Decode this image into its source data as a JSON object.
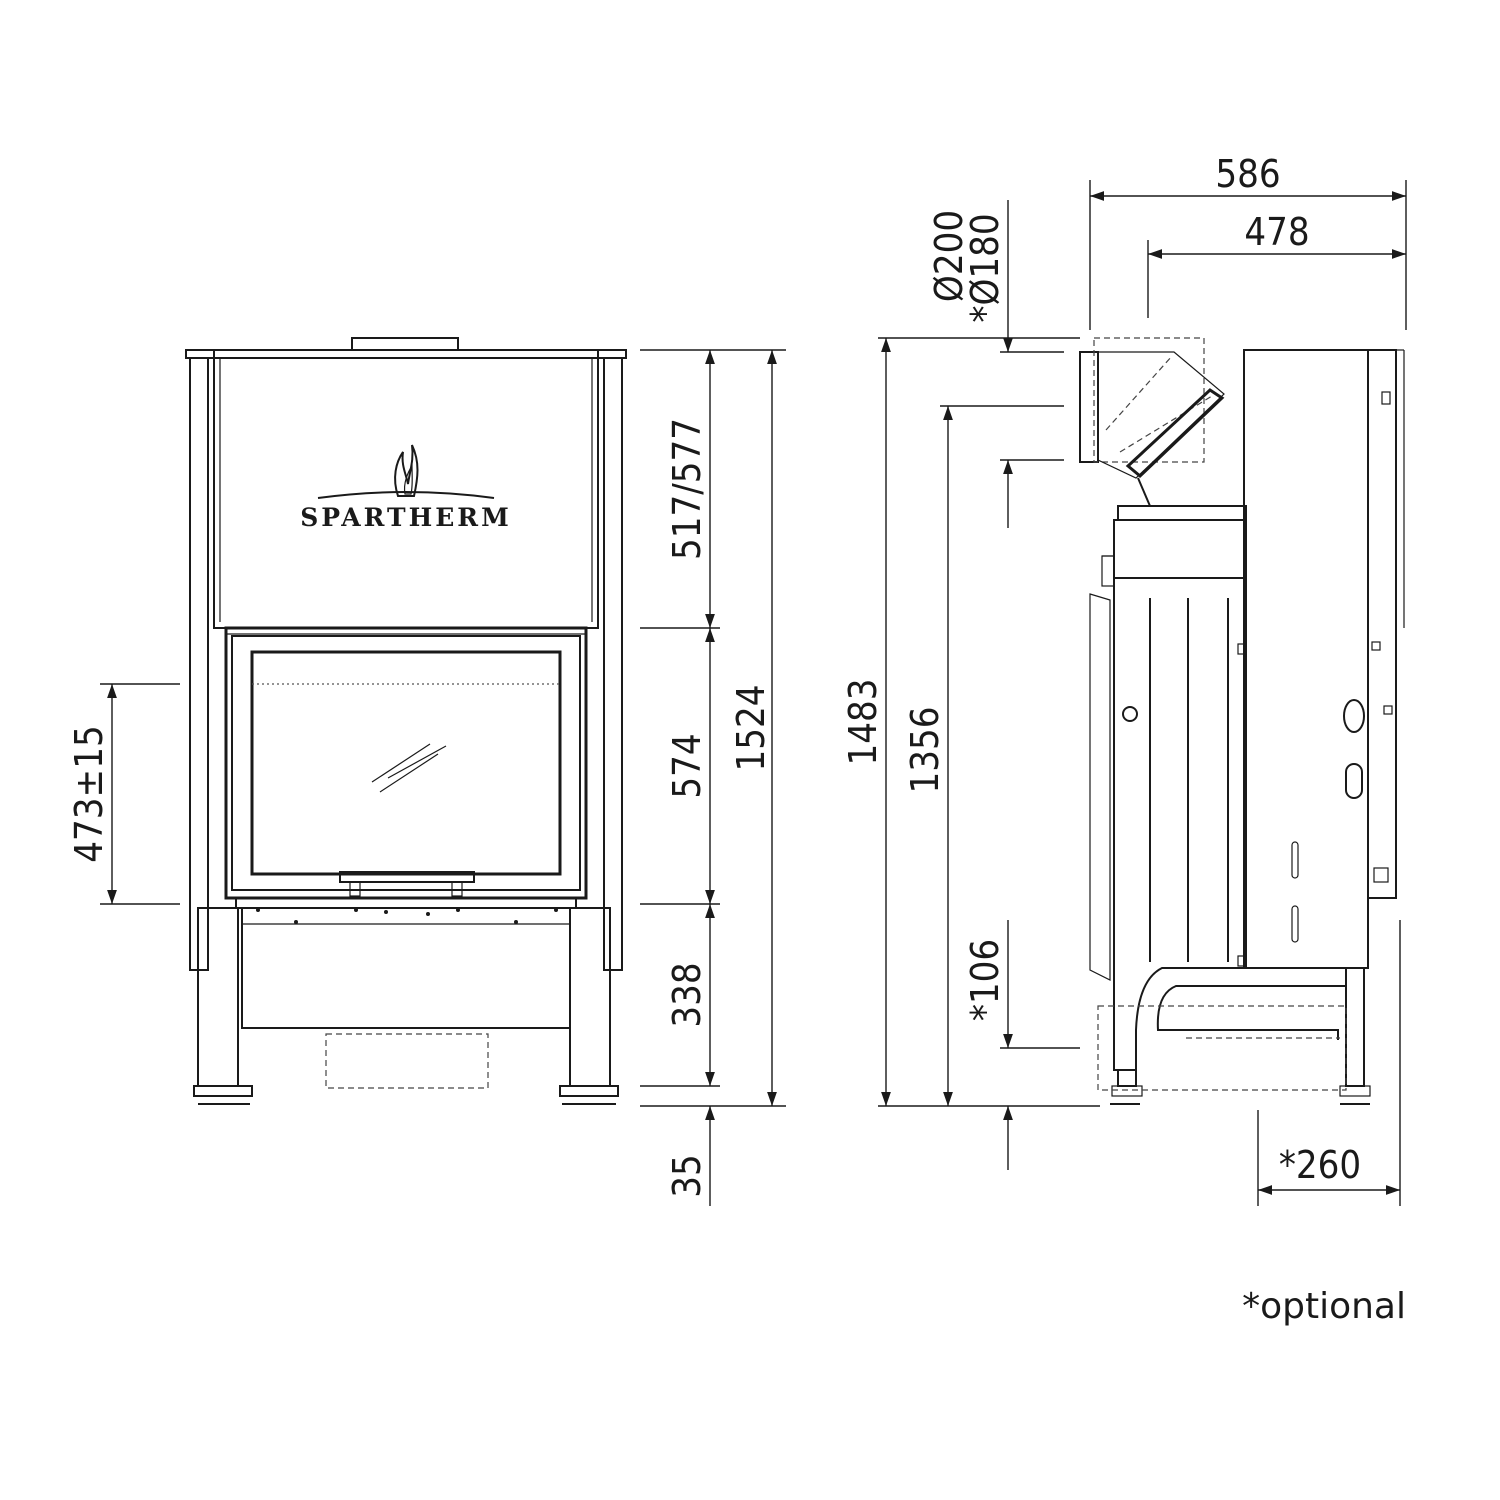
{
  "brand": "SPARTHERM",
  "front_view": {
    "dims": {
      "hood_height": "517/577",
      "door_height": "574",
      "base_height": "338",
      "feet_height": "35",
      "overall_height": "1524",
      "door_center": "473±15"
    }
  },
  "side_view": {
    "dims": {
      "depth_total": "586",
      "depth_body": "478",
      "flue_diameter": "Ø200",
      "flue_diameter_optional": "*Ø180",
      "height_total": "1483",
      "flue_height": "1356",
      "optional_bottom": "*106",
      "optional_rear": "*260"
    }
  },
  "footnote": "*optional",
  "colors": {
    "line": "#1a1a1a",
    "background": "#ffffff"
  }
}
